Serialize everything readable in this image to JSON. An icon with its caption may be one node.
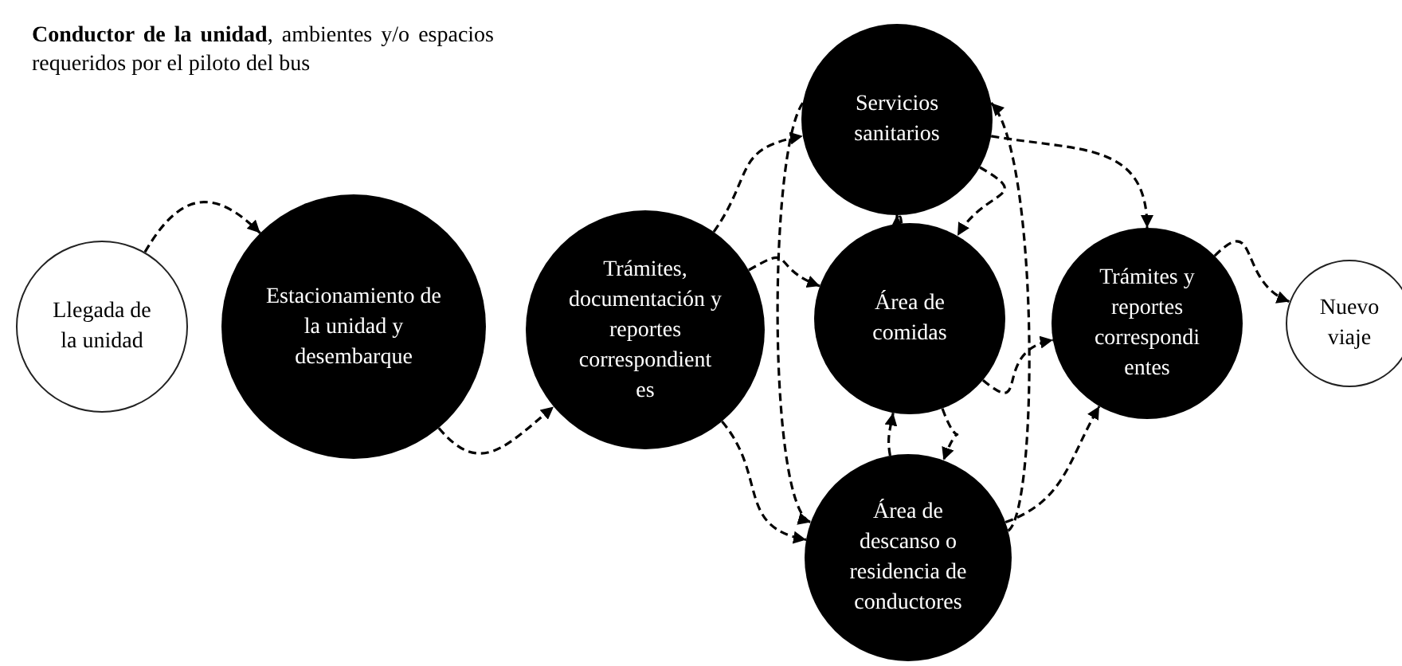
{
  "diagram": {
    "title": "**Conductor de la unidad**, ambientes y/o espacios requeridos por el piloto del bus",
    "nodes": [
      {
        "text": [
          "Llegada de la unidad"
        ]
      },
      {
        "text": [
          "Estacionamiento de la unidad y desembarque"
        ]
      },
      {
        "text": [
          "Trámites, documentación y reportes correspondient es"
        ]
      },
      {
        "text": [
          "Servicios sanitarios"
        ]
      },
      {
        "text": [
          "Área de comidas"
        ]
      },
      {
        "text": [
          "Área de descanso o residencia de conductores"
        ]
      },
      {
        "text": [
          "Trámites y reportes correspondi entes"
        ]
      },
      {
        "text": [
          "Nuevo viaje"
        ]
      }
    ],
    "edges": [
      {
        "from": 0,
        "to": 1,
        "arrow": "to",
        "style": "dashed"
      },
      {
        "from": 1,
        "to": 2,
        "arrow": "to",
        "style": "dashed"
      },
      {
        "from": 2,
        "to": 3,
        "arrow": "to",
        "style": "dashed"
      },
      {
        "from": 2,
        "to": 4,
        "arrow": "to",
        "style": "dashed"
      },
      {
        "from": 2,
        "to": 5,
        "arrow": "to",
        "style": "dashed"
      },
      {
        "from": 3,
        "to": 5,
        "arrow": "to",
        "style": "dashed"
      },
      {
        "from": 5,
        "to": 3,
        "arrow": "to",
        "style": "dashed"
      },
      {
        "from": 4,
        "to": 3,
        "arrow": "to",
        "style": "dashed"
      },
      {
        "from": 3,
        "to": 4,
        "arrow": "to",
        "style": "dashed"
      },
      {
        "from": 5,
        "to": 4,
        "arrow": "to",
        "style": "dashed"
      },
      {
        "from": 4,
        "to": 5,
        "arrow": "to",
        "style": "dashed"
      },
      {
        "from": 4,
        "to": 6,
        "arrow": "to",
        "style": "dashed"
      },
      {
        "from": 5,
        "to": 6,
        "arrow": "to",
        "style": "dashed"
      },
      {
        "from": 3,
        "to": 6,
        "arrow": "to",
        "style": "dashed"
      },
      {
        "from": 6,
        "to": 7,
        "arrow": "to",
        "style": "dashed"
      }
    ]
  }
}
